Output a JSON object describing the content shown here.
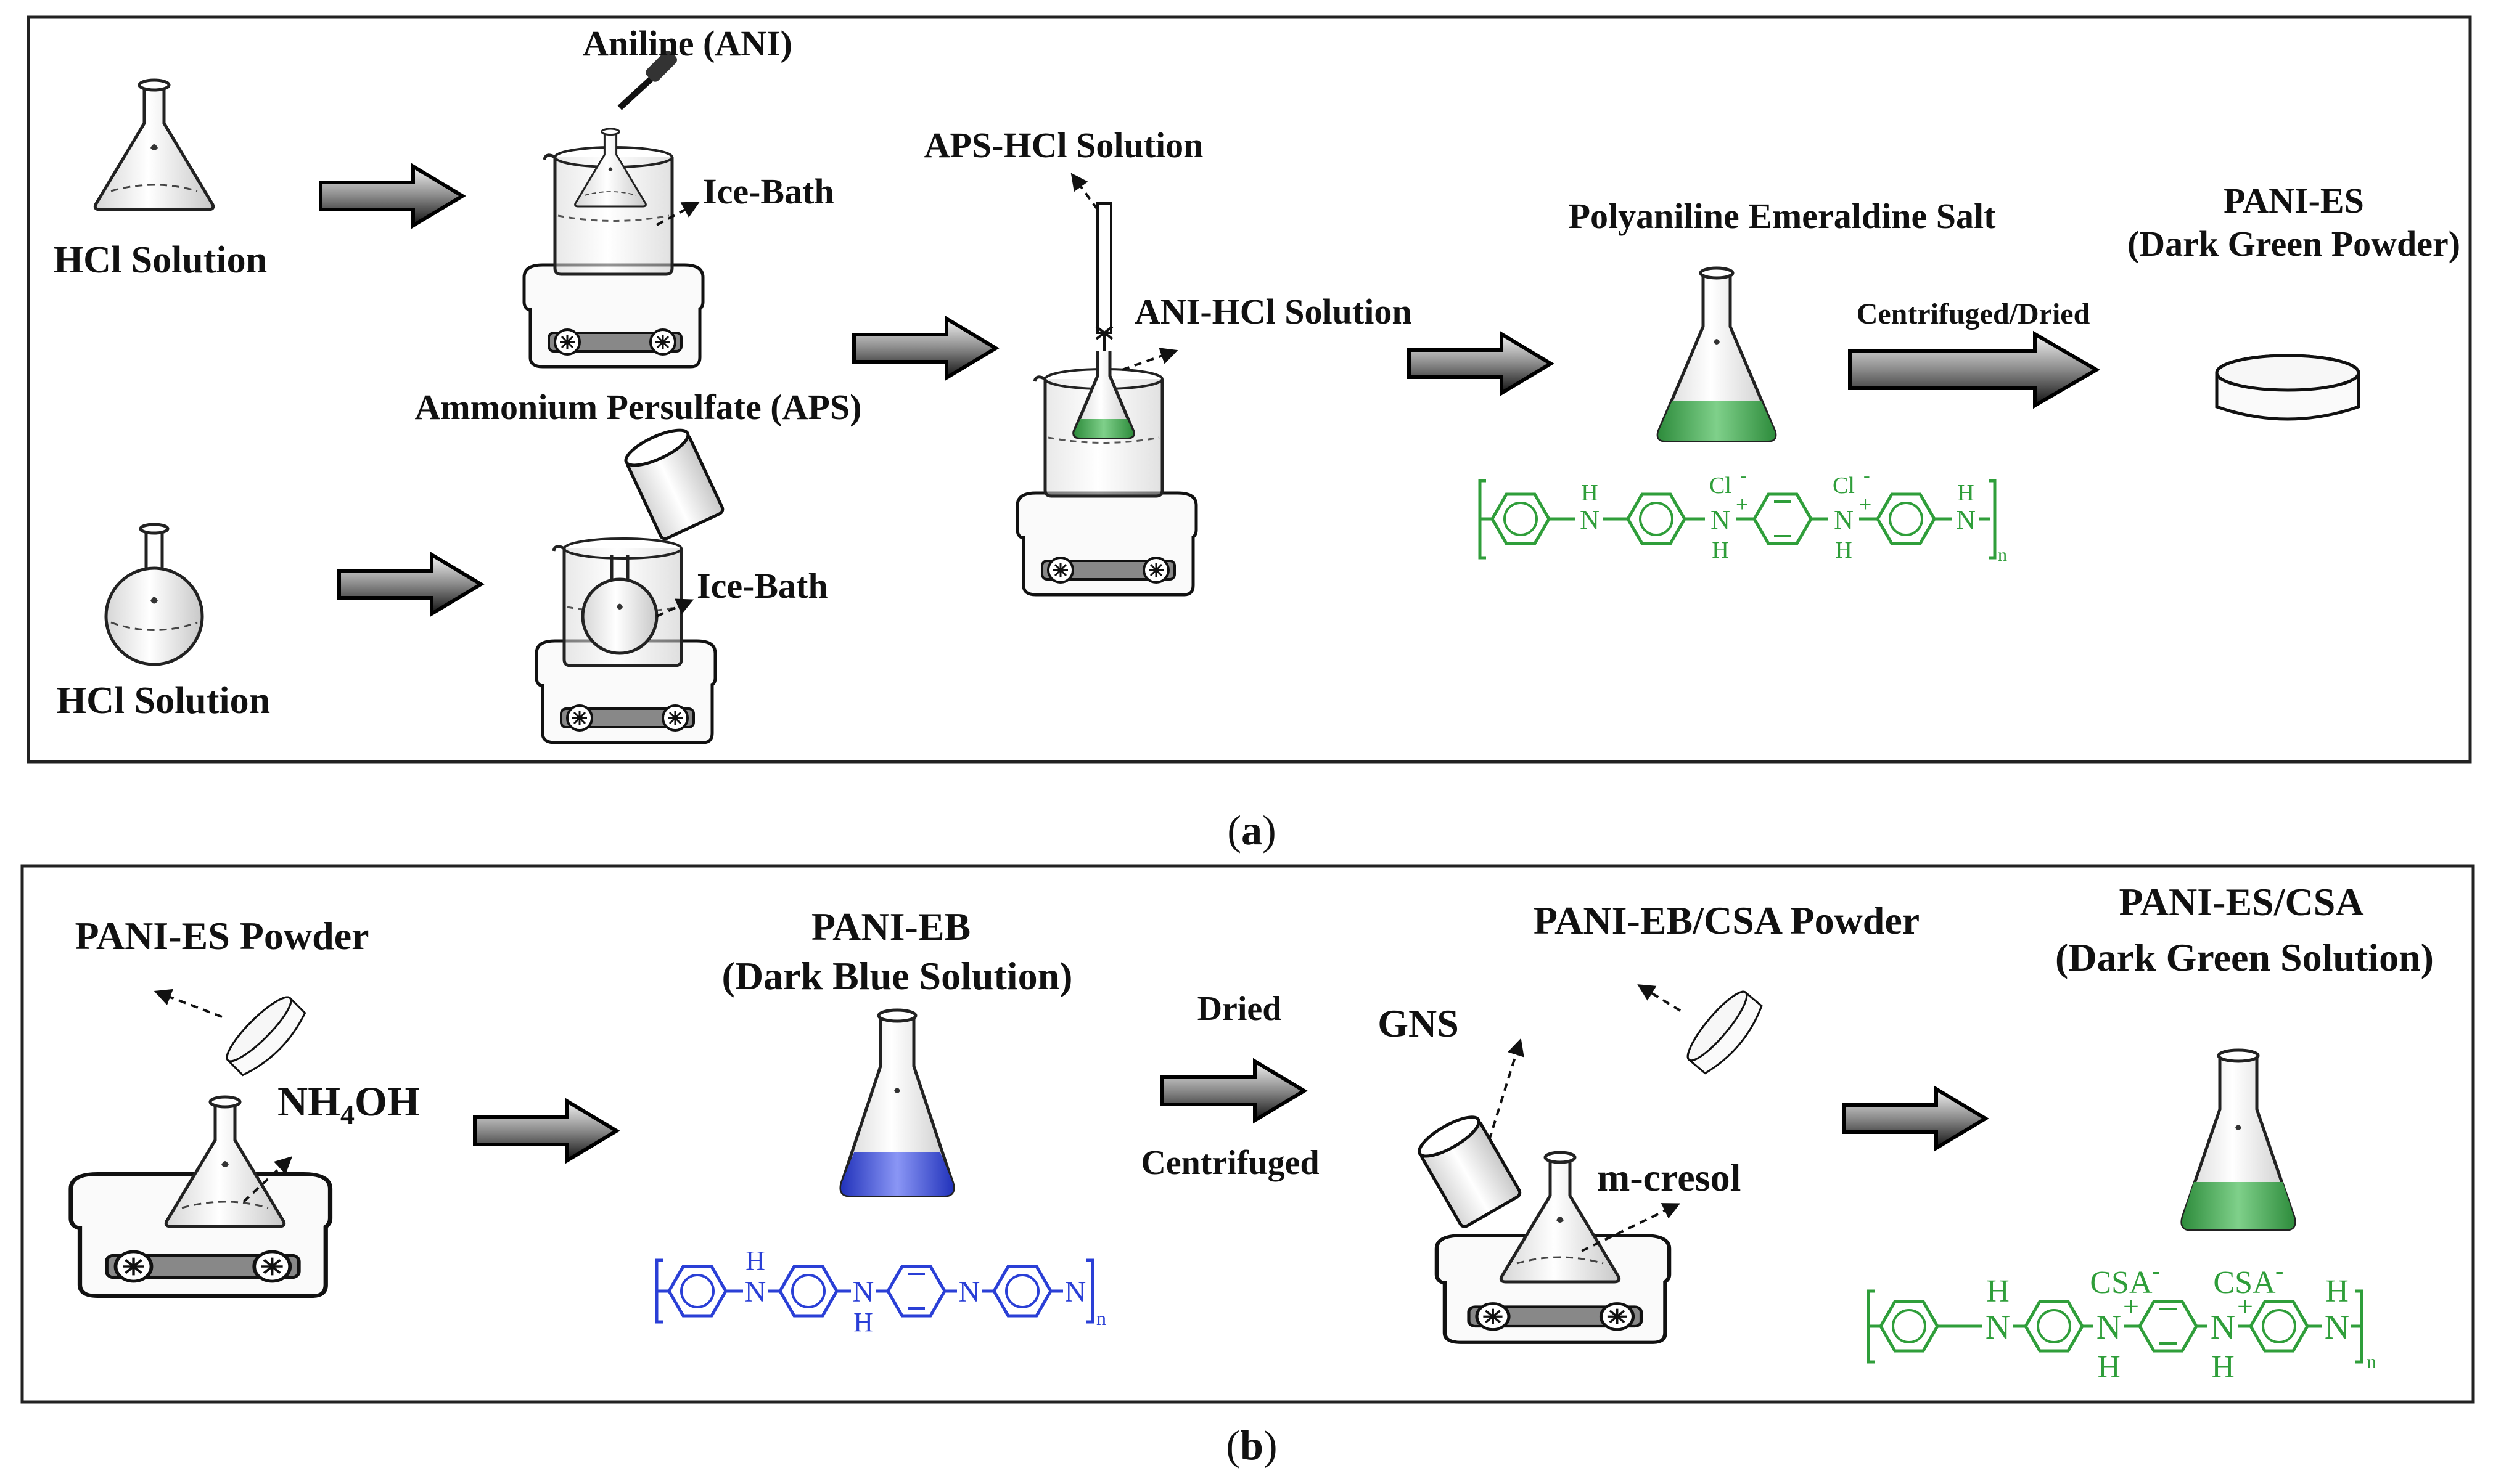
{
  "panel_a": {
    "caption_open": "(",
    "caption_letter": "a",
    "caption_close": ")",
    "labels": {
      "hcl_top": "HCl Solution",
      "hcl_bottom": "HCl Solution",
      "aniline": "Aniline (ANI)",
      "ice_bath_top": "Ice-Bath",
      "ice_bath_bottom": "Ice-Bath",
      "aps": "Ammonium Persulfate (APS)",
      "aps_hcl": "APS-HCl Solution",
      "ani_hcl": "ANI-HCl Solution",
      "emeraldine": "Polyaniline Emeraldine Salt",
      "centrifuged_dried": "Centrifuged/Dried",
      "pani_es": "PANI-ES",
      "dark_green_powder": "(Dark Green Powder)"
    },
    "chem": {
      "cl1": "Cl",
      "cl2": "Cl",
      "minus": "-",
      "plus": "+",
      "N": "N",
      "H": "H",
      "n": "n"
    }
  },
  "panel_b": {
    "caption_open": "(",
    "caption_letter": "b",
    "caption_close": ")",
    "labels": {
      "pani_es_powder": "PANI-ES Powder",
      "nh4oh_a": "NH",
      "nh4oh_sub": "4",
      "nh4oh_b": "OH",
      "pani_eb": "PANI-EB",
      "dark_blue_solution": "(Dark Blue Solution)",
      "dried": "Dried",
      "centrifuged": "Centrifuged",
      "gns": "GNS",
      "pani_eb_csa_powder": "PANI-EB/CSA Powder",
      "m_cresol": "m-cresol",
      "pani_es_csa": "PANI-ES/CSA",
      "dark_green_solution": "(Dark Green Solution)"
    },
    "chem": {
      "csa1": "CSA",
      "csa2": "CSA",
      "minus": "-",
      "plus": "+",
      "N": "N",
      "H": "H",
      "n": "n"
    }
  },
  "colors": {
    "green": "#2f9e3a",
    "green_fill": "#3aa14a",
    "blue": "#2a3fd6",
    "blue_fill": "#3344dd"
  }
}
